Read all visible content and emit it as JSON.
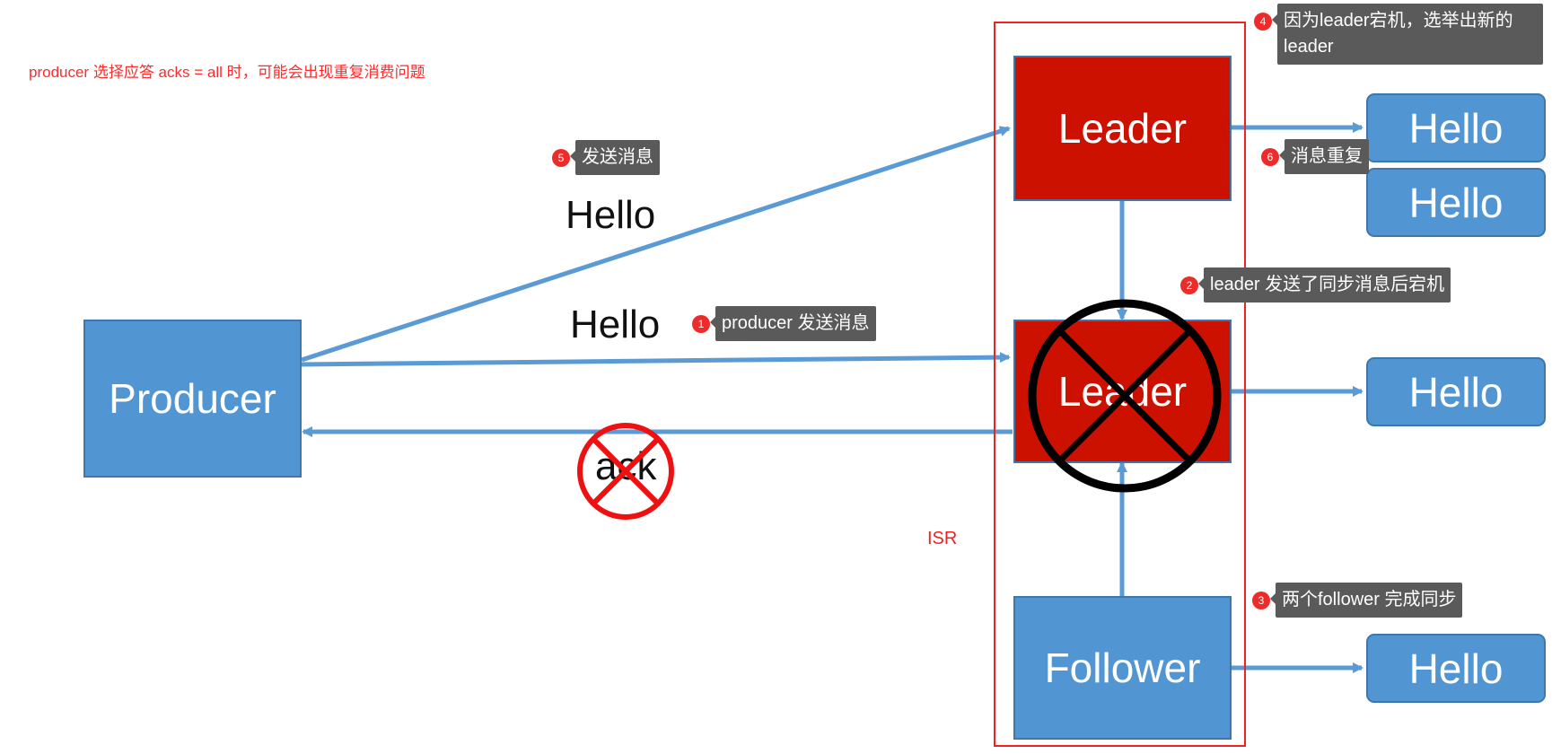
{
  "title_note": "producer 选择应答 acks = all 时，可能会出现重复消费问题",
  "producer": {
    "label": "Producer"
  },
  "isr": {
    "label": "ISR"
  },
  "leader_top": {
    "label": "Leader"
  },
  "leader_down": {
    "label": "Leader"
  },
  "follower": {
    "label": "Follower"
  },
  "messages": {
    "upper": "Hello",
    "lower": "Hello",
    "ack": "ack"
  },
  "hello_boxes": [
    "Hello",
    "Hello",
    "Hello",
    "Hello"
  ],
  "callouts": [
    {
      "num": "1",
      "text": "producer 发送消息"
    },
    {
      "num": "2",
      "text": "leader 发送了同步消息后宕机"
    },
    {
      "num": "3",
      "text": "两个follower 完成同步"
    },
    {
      "num": "4",
      "text": "因为leader宕机，选举出新的leader"
    },
    {
      "num": "5",
      "text": "发送消息"
    },
    {
      "num": "6",
      "text": "消息重复"
    }
  ],
  "colors": {
    "arrow": "#5b9bd5",
    "box_blue": "#5295d3",
    "box_red": "#cc1100",
    "isr_border": "#ee2222",
    "callout_bg": "#5a5a5a",
    "badge": "#ee2b2b"
  }
}
